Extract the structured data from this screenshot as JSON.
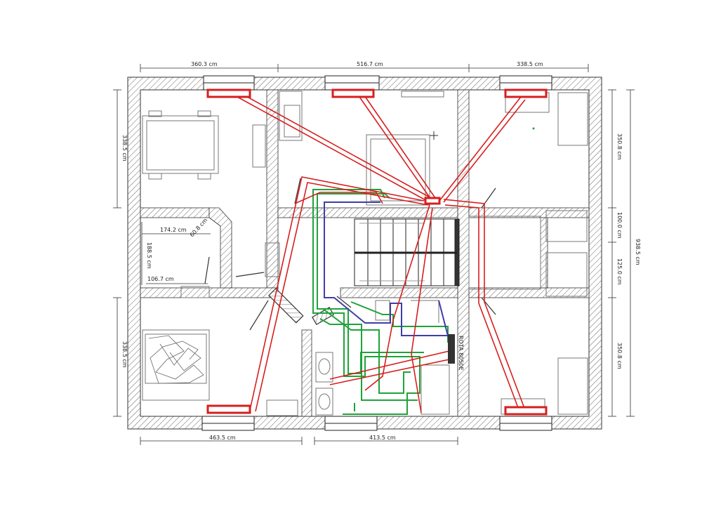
{
  "dimensions": {
    "top_left": "360.3 cm",
    "top_middle": "516.7 cm",
    "top_right": "338.5 cm",
    "bottom_left": "463.5 cm",
    "bottom_middle": "413.5 cm",
    "left_top": "338.5 cm",
    "left_bottom": "338.5 cm",
    "right_top": "350.8 cm",
    "right_mid1": "100.0 cm",
    "right_mid2": "125.0 cm",
    "right_bottom": "350.8 cm",
    "right_total": "938.5 cm",
    "closet_width": "174.2 cm",
    "closet_height": "188.5 cm",
    "closet_small": "106.7 cm",
    "closet_diag": "60.8 cm"
  },
  "labels": {
    "bath_unit": "ROTA 8050E"
  },
  "colors": {
    "wall": "#555555",
    "duct_red": "#d81e1e",
    "pipe_green": "#1fa33a",
    "pipe_blue": "#3e3ea8"
  }
}
